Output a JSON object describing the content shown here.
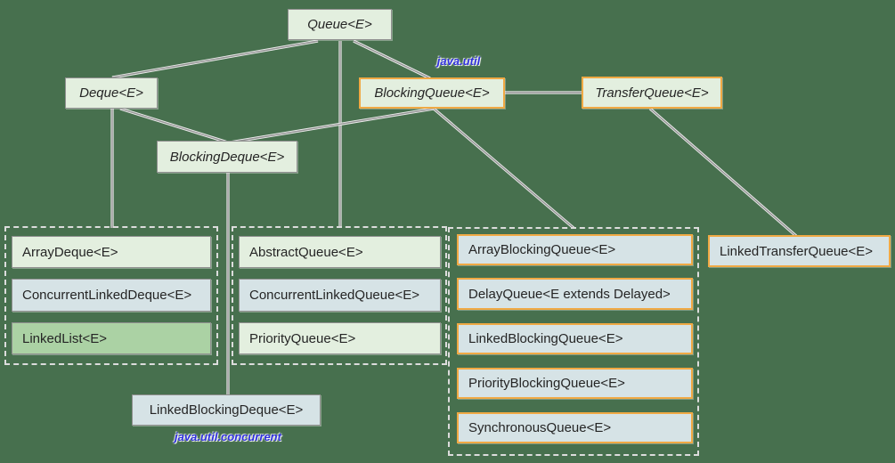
{
  "package_labels": {
    "util": "java.util",
    "concurrent": "java.util.concurrent"
  },
  "interfaces": {
    "queue": "Queue<E>",
    "deque": "Deque<E>",
    "blocking_queue": "BlockingQueue<E>",
    "transfer_queue": "TransferQueue<E>",
    "blocking_deque": "BlockingDeque<E>"
  },
  "classes": {
    "array_deque": "ArrayDeque<E>",
    "concurrent_linked_deque": "ConcurrentLinkedDeque<E>",
    "linked_list": "LinkedList<E>",
    "abstract_queue": "AbstractQueue<E>",
    "concurrent_linked_queue": "ConcurrentLinkedQueue<E>",
    "priority_queue": "PriorityQueue<E>",
    "array_blocking_queue": "ArrayBlockingQueue<E>",
    "delay_queue": "DelayQueue<E extends Delayed>",
    "linked_blocking_queue": "LinkedBlockingQueue<E>",
    "priority_blocking_queue": "PriorityBlockingQueue<E>",
    "synchronous_queue": "SynchronousQueue<E>",
    "linked_transfer_queue": "LinkedTransferQueue<E>",
    "linked_blocking_deque": "LinkedBlockingDeque<E>"
  },
  "edges": [
    [
      "queue",
      "deque"
    ],
    [
      "queue",
      "queue-group"
    ],
    [
      "queue",
      "blocking_queue"
    ],
    [
      "deque",
      "deque-group"
    ],
    [
      "deque",
      "blocking_deque"
    ],
    [
      "blocking_queue",
      "blocking_deque"
    ],
    [
      "blocking_queue",
      "blocking-group"
    ],
    [
      "blocking_queue",
      "transfer_queue"
    ],
    [
      "transfer_queue",
      "linked_transfer_queue"
    ],
    [
      "blocking_deque",
      "linked_blocking_deque"
    ]
  ],
  "colors": {
    "background": "#47704E",
    "interface_fill": "#e3efdf",
    "util_class_fill": "#e3efdf",
    "concurrent_class_fill": "#d6e3e6",
    "linked_list_fill": "#abd2a4",
    "util_border": "#8f8f8f",
    "concurrent_border": "#f0a944",
    "package_label_color": "#3030dd",
    "connector_color": "#939393",
    "group_border": "#dcdcdc"
  }
}
